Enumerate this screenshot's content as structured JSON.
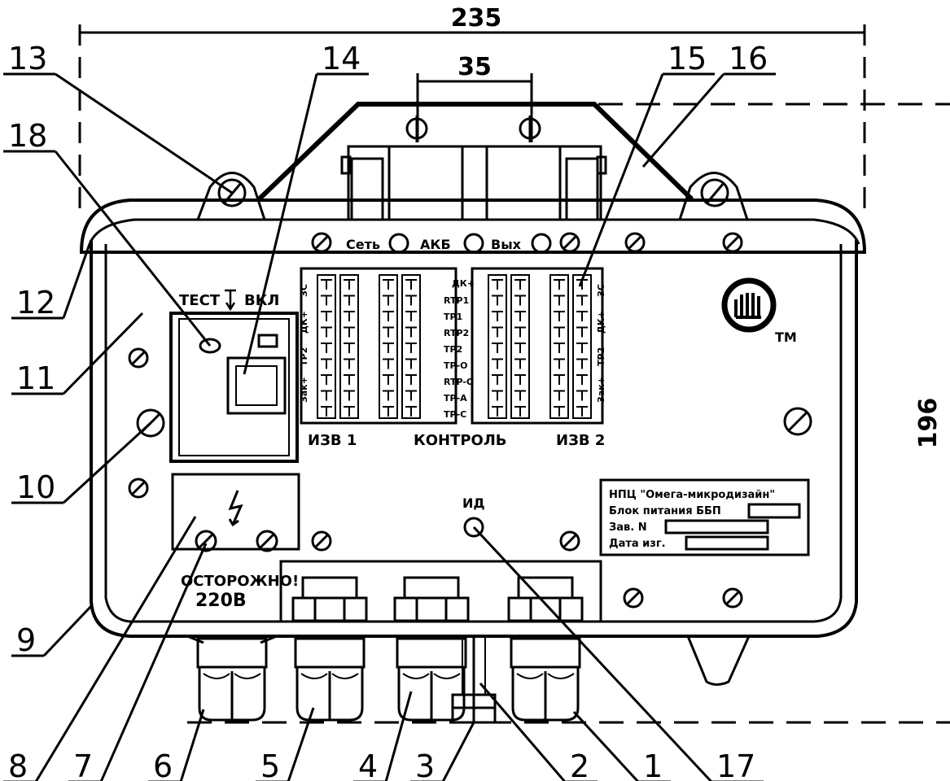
{
  "dimensions": {
    "width": "235",
    "spacing": "35",
    "height": "196"
  },
  "callouts": [
    "1",
    "2",
    "3",
    "4",
    "5",
    "6",
    "7",
    "8",
    "9",
    "10",
    "11",
    "12",
    "13",
    "14",
    "15",
    "16",
    "17",
    "18"
  ],
  "panel": {
    "network_label": "Сеть",
    "battery_label": "АКБ",
    "output_label": "Вых",
    "test_label": "ТЕСТ",
    "on_label": "ВКЛ",
    "control_label": "КОНТРОЛЬ",
    "left_block_label": "ИЗВ 1",
    "right_block_label": "ИЗВ 2",
    "warning_line1": "ОСТОРОЖНО!",
    "warning_line2": "220В",
    "indicator_label": "ИД",
    "trademark": "ТМ"
  },
  "terminal_labels": [
    "ДК+",
    "RTP1",
    "ТР1",
    "RTP2",
    "ТР2",
    "ТР-О",
    "RTP-O",
    "ТР-А",
    "ТР-С"
  ],
  "left_side_labels": [
    "ЗС",
    "ДК+",
    "ТР2",
    "Зак+"
  ],
  "right_side_labels": [
    "ЗС",
    "ДК+",
    "ТР2",
    "Зак+"
  ],
  "nameplate": {
    "line1": "НПЦ \"Омега-микродизайн\"",
    "line2": "Блок питания ББП",
    "line3": "Зав. N",
    "line4": "Дата изг."
  }
}
